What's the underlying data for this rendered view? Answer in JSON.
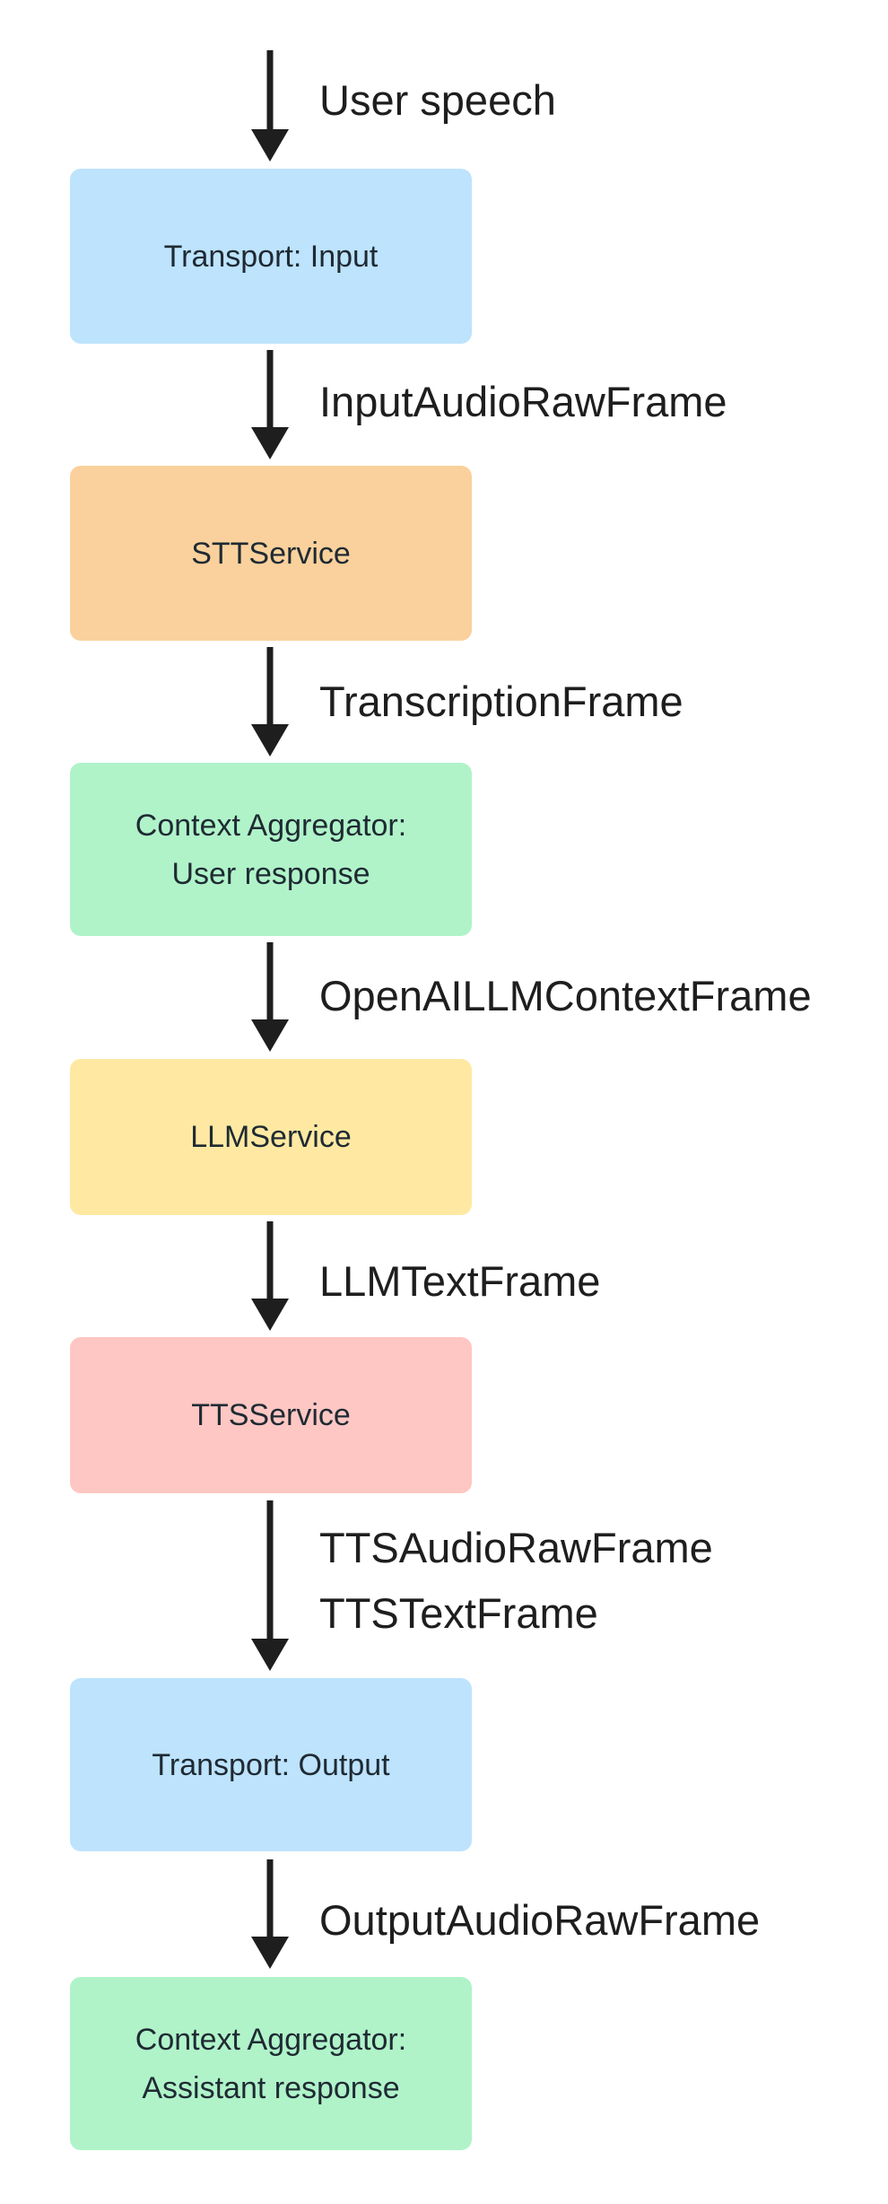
{
  "colors": {
    "blue": "#bde3fd",
    "orange": "#fad19c",
    "green": "#b0f3c9",
    "yellow": "#ffe9a2",
    "red": "#ffc7c3",
    "arrow": "#1e1e1e"
  },
  "nodes": [
    {
      "id": "transport-input",
      "lines": [
        "Transport: Input"
      ],
      "color": "blue"
    },
    {
      "id": "stt-service",
      "lines": [
        "STTService"
      ],
      "color": "orange"
    },
    {
      "id": "context-aggregator-user",
      "lines": [
        "Context Aggregator:",
        "User response"
      ],
      "color": "green"
    },
    {
      "id": "llm-service",
      "lines": [
        "LLMService"
      ],
      "color": "yellow"
    },
    {
      "id": "tts-service",
      "lines": [
        "TTSService"
      ],
      "color": "red"
    },
    {
      "id": "transport-output",
      "lines": [
        "Transport: Output"
      ],
      "color": "blue"
    },
    {
      "id": "context-aggregator-assistant",
      "lines": [
        "Context Aggregator:",
        "Assistant response"
      ],
      "color": "green"
    }
  ],
  "edges": [
    {
      "labels": [
        "User speech"
      ]
    },
    {
      "labels": [
        "InputAudioRawFrame"
      ]
    },
    {
      "labels": [
        "TranscriptionFrame"
      ]
    },
    {
      "labels": [
        "OpenAILLMContextFrame"
      ]
    },
    {
      "labels": [
        "LLMTextFrame"
      ]
    },
    {
      "labels": [
        "TTSAudioRawFrame",
        "TTSTextFrame"
      ]
    },
    {
      "labels": [
        "OutputAudioRawFrame"
      ]
    }
  ]
}
